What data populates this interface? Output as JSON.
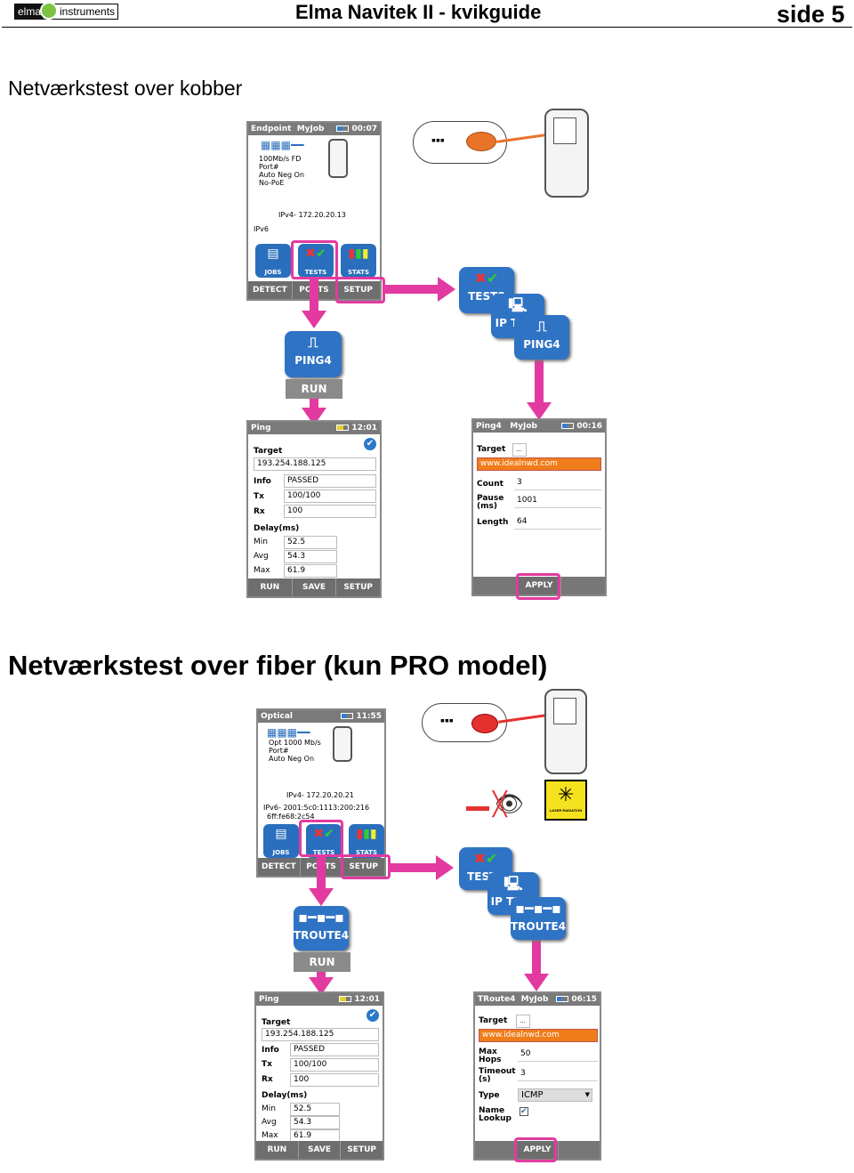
{
  "header": {
    "logo_text": "elma instruments",
    "title": "Elma Navitek II - kvikguide",
    "page": "side 5"
  },
  "sections": {
    "copper_heading": "Netværkstest over kobber",
    "fiber_heading": "Netværkstest over fiber (kun PRO model)"
  },
  "copper": {
    "endpoint_screen": {
      "title_left": "Endpoint",
      "title_mid": "MyJob",
      "time": "00:07",
      "info_lines": [
        "100Mb/s FD",
        "Port#",
        "Auto Neg On",
        "No-PoE"
      ],
      "ipv4": "IPv4- 172.20.20.13",
      "ipv6": "IPv6",
      "tiles": [
        "JOBS",
        "TESTS",
        "STATS"
      ],
      "footer": [
        "DETECT",
        "PORTS",
        "SETUP"
      ]
    },
    "ping_result": {
      "title": "Ping",
      "time": "12:01",
      "target_label": "Target",
      "target_value": "193.254.188.125",
      "info_label": "Info",
      "info_value": "PASSED",
      "tx_label": "Tx",
      "tx_value": "100/100",
      "rx_label": "Rx",
      "rx_value": "100",
      "delay_label": "Delay(ms)",
      "min_label": "Min",
      "min_value": "52.5",
      "avg_label": "Avg",
      "avg_value": "54.3",
      "max_label": "Max",
      "max_value": "61.9",
      "footer": [
        "RUN",
        "SAVE",
        "SETUP"
      ]
    },
    "ping_setup": {
      "title_left": "Ping4",
      "title_mid": "MyJob",
      "time": "00:16",
      "target_label": "Target",
      "target_value": "www.idealnwd.com",
      "count_label": "Count",
      "count_value": "3",
      "pause_label": "Pause (ms)",
      "pause_value": "1001",
      "length_label": "Length",
      "length_value": "64",
      "apply": "APPLY"
    },
    "buttons": {
      "ping": "PING4",
      "run": "RUN",
      "tests": "TESTS",
      "iptest": "IP TEST",
      "ping2": "PING4"
    }
  },
  "fiber": {
    "optical_screen": {
      "title_left": "Optical",
      "time": "11:55",
      "info_lines": [
        "Opt 1000 Mb/s",
        "Port#",
        "Auto Neg On"
      ],
      "ipv4": "IPv4- 172.20.20.21",
      "ipv6": "IPv6- 2001:5c0:1113:200:216",
      "ipv6b": "6ff:fe68:2c54",
      "tiles": [
        "JOBS",
        "TESTS",
        "STATS"
      ],
      "footer": [
        "DETECT",
        "PORTS",
        "SETUP"
      ]
    },
    "ping_result": {
      "title": "Ping",
      "time": "12:01",
      "target_label": "Target",
      "target_value": "193.254.188.125",
      "info_label": "Info",
      "info_value": "PASSED",
      "tx_label": "Tx",
      "tx_value": "100/100",
      "rx_label": "Rx",
      "rx_value": "100",
      "delay_label": "Delay(ms)",
      "min_label": "Min",
      "min_value": "52.5",
      "avg_label": "Avg",
      "avg_value": "54.3",
      "max_label": "Max",
      "max_value": "61.9",
      "footer": [
        "RUN",
        "SAVE",
        "SETUP"
      ]
    },
    "troute_setup": {
      "title_left": "TRoute4",
      "title_mid": "MyJob",
      "time": "06:15",
      "target_label": "Target",
      "target_value": "www.idealnwd.com",
      "maxhops_label": "Max Hops",
      "maxhops_value": "50",
      "timeout_label": "Timeout (s)",
      "timeout_value": "3",
      "type_label": "Type",
      "type_value": "ICMP",
      "lookup_label": "Name Lookup",
      "apply": "APPLY"
    },
    "laser_label": "LASER RADIATION",
    "buttons": {
      "troute": "TROUTE4",
      "run": "RUN",
      "tests": "TESTS",
      "iptest": "IP TEST",
      "troute2": "TROUTE4"
    }
  }
}
